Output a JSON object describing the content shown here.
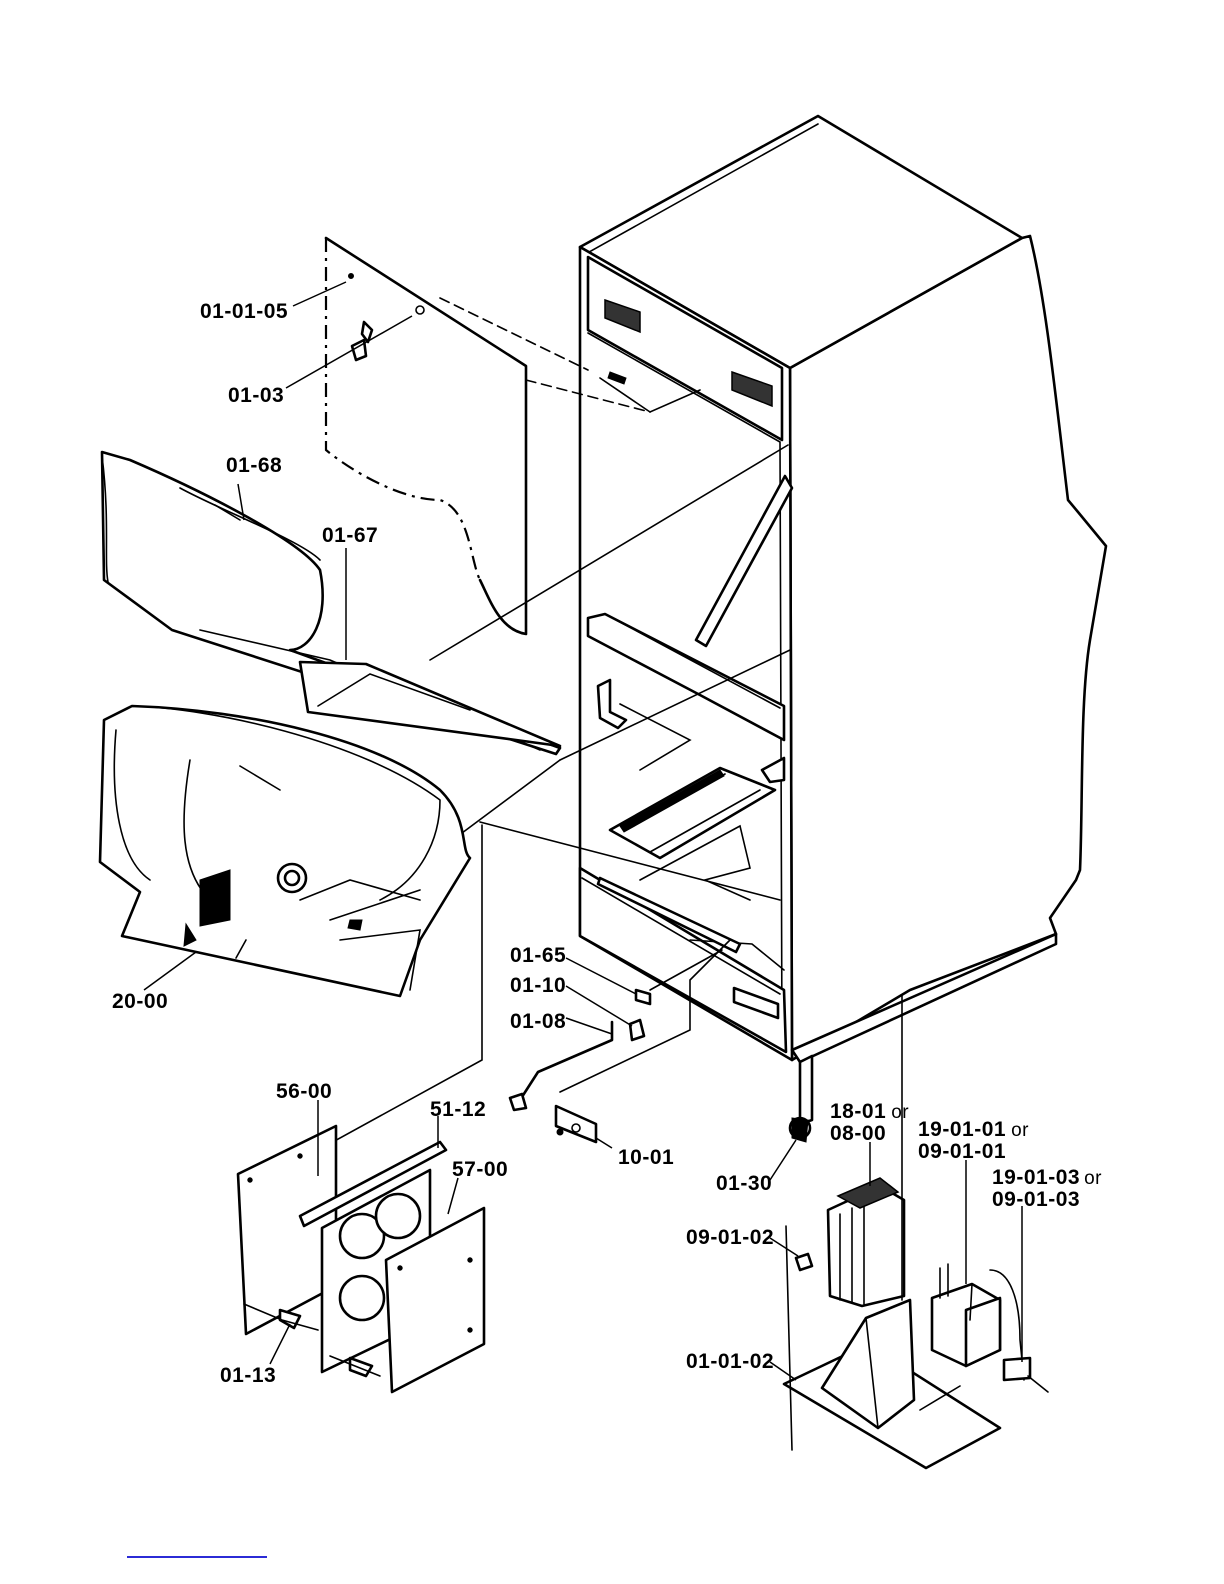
{
  "callouts": {
    "c_01_01_05": "01-01-05",
    "c_01_03": "01-03",
    "c_01_68": "01-68",
    "c_01_67": "01-67",
    "c_20_00": "20-00",
    "c_01_65": "01-65",
    "c_01_10": "01-10",
    "c_01_08": "01-08",
    "c_56_00": "56-00",
    "c_51_12": "51-12",
    "c_57_00": "57-00",
    "c_10_01": "10-01",
    "c_01_30": "01-30",
    "c_18_01": "18-01",
    "c_08_00": "08-00",
    "c_19_01_01": "19-01-01",
    "c_09_01_01": "09-01-01",
    "c_19_01_03": "19-01-03",
    "c_09_01_03": "09-01-03",
    "c_09_01_02": "09-01-02",
    "c_01_01_02": "01-01-02",
    "c_01_13": "01-13",
    "or_word": "or"
  },
  "colors": {
    "ink": "#000000",
    "paper": "#ffffff",
    "link_underline": "#2b2bd6"
  }
}
